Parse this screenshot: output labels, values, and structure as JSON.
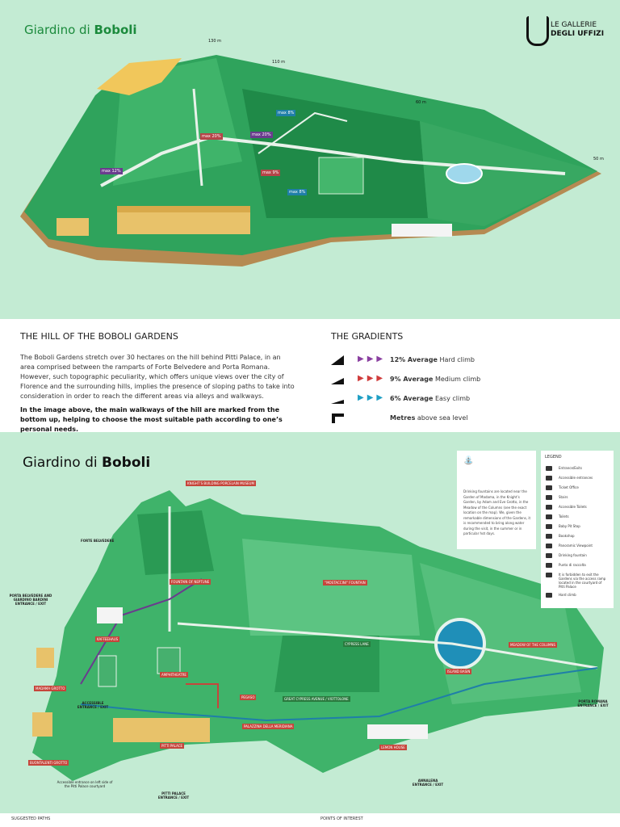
{
  "colors": {
    "bg": "#c3ebd3",
    "garden": "#2fa35c",
    "path": "#e8f2ea",
    "palace": "#e8c26a"
  },
  "top": {
    "title_prefix": "Giardino di ",
    "title_bold": "Boboli",
    "logo_line1": "LE GALLERIE",
    "logo_line2": "DEGLI UFFIZI",
    "altitudes": [
      "130 m",
      "110 m",
      "60 m",
      "50 m"
    ],
    "max_tags": [
      "max 12%",
      "max 20%",
      "max 20%",
      "max 8%",
      "max 8%",
      "max 9%"
    ]
  },
  "info": {
    "hill_heading": "THE HILL OF THE BOBOLI GARDENS",
    "hill_text": "The Boboli Gardens stretch over 30 hectares on the hill behind Pitti Palace, in an area comprised between the ramparts of Forte Belvedere and Porta Romana. However, such topographic peculiarity, which offers unique views over the city of Florence and the surrounding hills, implies the presence of sloping paths to take into consideration in order to reach the different areas via alleys and walkways.",
    "hill_text_bold": "In the image above, the main walkways of the hill are marked from the bottom up, helping to choose the most suitable path according to one’s personal needs.",
    "gradients_heading": "THE GRADIENTS",
    "gradients": [
      {
        "icon": "hard-climb-icon",
        "arrow_color": "#8a3fa0",
        "pct": "12% Average",
        "desc": "Hard climb"
      },
      {
        "icon": "medium-climb-icon",
        "arrow_color": "#d03c3c",
        "pct": "9% Average",
        "desc": "Medium climb"
      },
      {
        "icon": "easy-climb-icon",
        "arrow_color": "#1f9fc4",
        "pct": "6% Average",
        "desc": "Easy climb"
      },
      {
        "icon": "altitude-flag-icon",
        "arrow_color": "",
        "pct": "Metres",
        "desc": "above sea level"
      }
    ]
  },
  "map": {
    "title_prefix": "Giardino di ",
    "title_bold": "Boboli",
    "note_text": "Drinking fountains are located near the Garden of Madama, in the Knight’s Garden, by Adam and Eve Grotto, in the Meadow of the Columns (see the exact location on the map). We, given the remarkable dimensions of the Gardens, it is recommended to bring along water during the visit, in the summer or in particular hot days.",
    "legend_title": "LEGEND",
    "legend": [
      "Entrance/Exits",
      "Accessible entrances",
      "Ticket Office",
      "Stairs",
      "Accessible Toilets",
      "Toilets",
      "Baby Pit Stop",
      "Bookshop",
      "Panoramic Viewpoint",
      "Drinking fountain",
      "Punto di raccolta",
      "It is forbidden to exit the Gardens via the access ramp located in the courtyard of Pitti Palace",
      "Hard climb"
    ],
    "labels": {
      "knights": "KNIGHT’S BUILDING PORCELAIN MUSEUM",
      "forte": "FORTE BELVEDERE",
      "porta_belvedere": "PORTA BELVEDERE AND GIARDINO BARDINI ENTRANCE / EXIT",
      "kaffeehaus": "KAFFEEHAUS",
      "madama": "MADAMA GROTTO",
      "accessible": "ACCESSIBLE ENTRANCE / EXIT",
      "buontalenti": "BUONTALENTI GROTTO",
      "accessible_note": "Accessible entrance on left side of the Pitti Palace courtyard",
      "pitti_palace": "PITTI PALACE",
      "pitti_entrance": "PITTI PALACE ENTRANCE / EXIT",
      "amphitheatre": "AMPHITHEATRE",
      "neptune": "FOUNTAIN OF NEPTUNE",
      "pegaso": "PEGASO",
      "meridiana": "PALAZZINA DELLA MERIDIANA",
      "great_cypress": "GREAT CYPRESS AVENUE / VIOTTOLONE",
      "cypress_lane": "CYPRESS LANE",
      "mostaccini": "“MOSTACCINI” FOUNTAIN",
      "island": "ISLAND BASIN",
      "meadow": "MEADOW OF THE COLUMNS",
      "porta_romana": "PORTA ROMANA ENTRANCE / EXIT",
      "lemon": "LEMON HOUSE",
      "annalena": "ANNALENA ENTRANCE / EXIT"
    }
  },
  "footer": {
    "left": "SUGGESTED PATHS",
    "right": "POINTS OF INTEREST"
  }
}
